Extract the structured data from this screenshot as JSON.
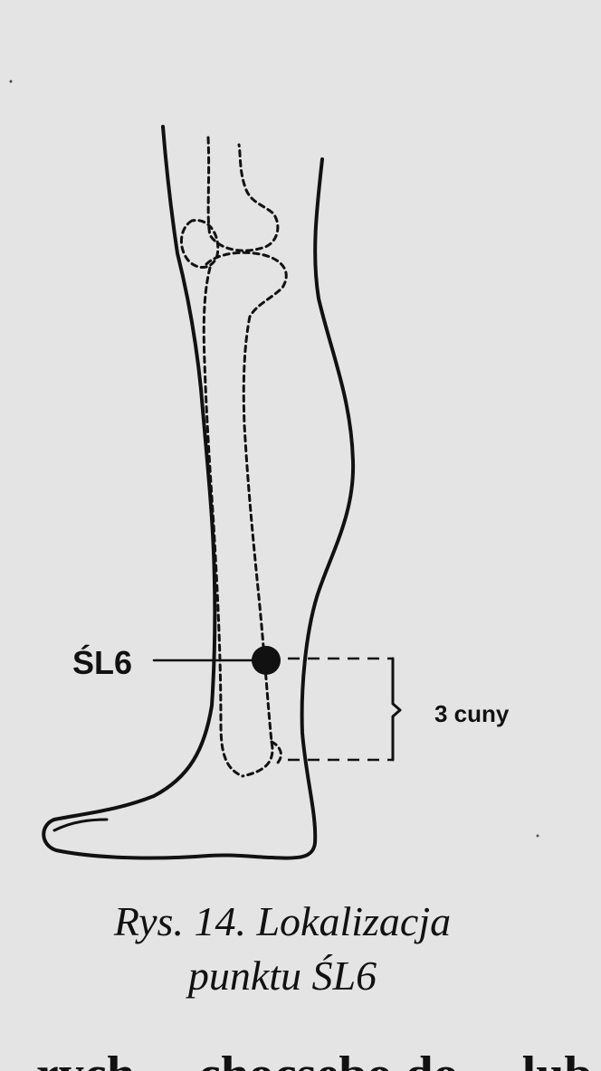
{
  "figure": {
    "point_label": "ŚL6",
    "measure_label": "3 cuny",
    "caption_line1": "Rys. 14. Lokalizacja",
    "caption_line2": "punktu ŚL6",
    "body_fragment": "rych ... chocsebo do ... lub f..."
  },
  "colors": {
    "background": "#e4e4e4",
    "ink": "#111111"
  },
  "icons": {
    "point_marker": "filled-circle"
  }
}
